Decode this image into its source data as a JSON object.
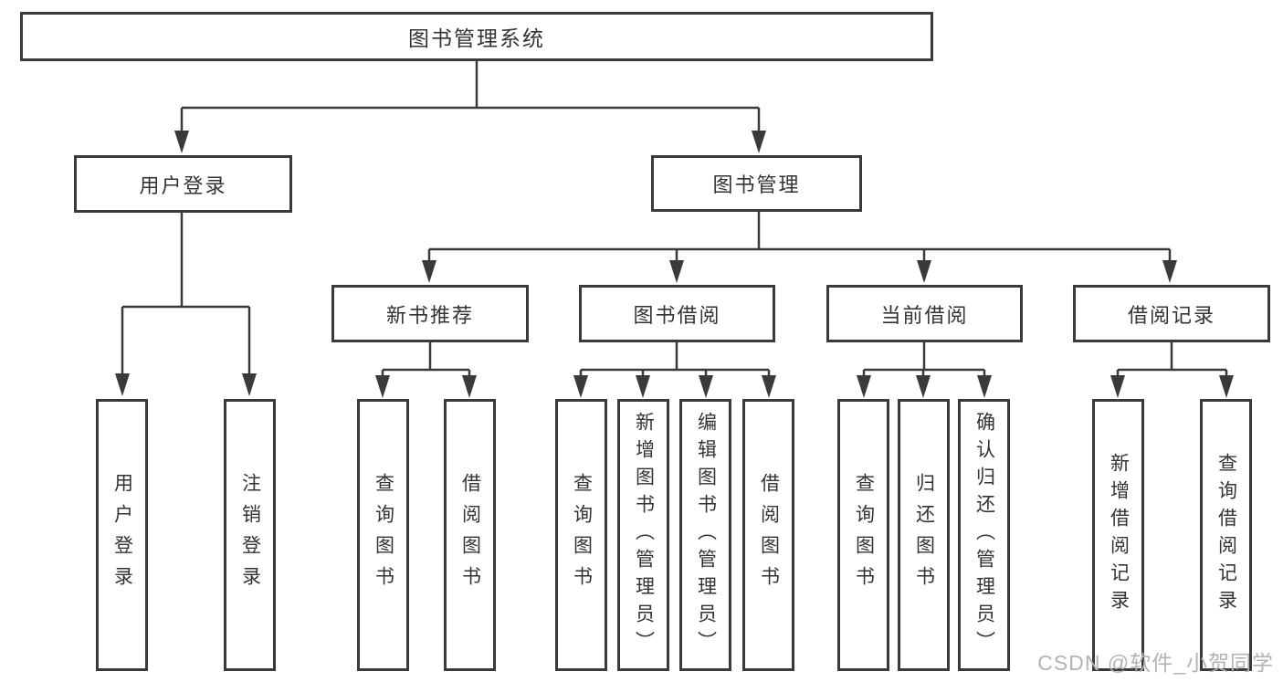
{
  "diagram": {
    "root": {
      "id": "library-management-system",
      "label": "图书管理系统"
    },
    "level2": [
      {
        "id": "user-login",
        "label": "用户登录",
        "parent": "图书管理系统"
      },
      {
        "id": "book-management",
        "label": "图书管理",
        "parent": "图书管理系统"
      }
    ],
    "level3": [
      {
        "id": "new-book-recommend",
        "label": "新书推荐",
        "parent": "图书管理"
      },
      {
        "id": "book-borrowing",
        "label": "图书借阅",
        "parent": "图书管理"
      },
      {
        "id": "current-borrowing",
        "label": "当前借阅",
        "parent": "图书管理"
      },
      {
        "id": "borrowing-records",
        "label": "借阅记录",
        "parent": "图书管理"
      }
    ],
    "leaves": [
      {
        "id": "user-login-action",
        "label": "用户登录",
        "parent": "用户登录"
      },
      {
        "id": "logout-action",
        "label": "注销登录",
        "parent": "用户登录"
      },
      {
        "id": "query-books-recommend",
        "label": "查询图书",
        "parent": "新书推荐"
      },
      {
        "id": "borrow-books-recommend",
        "label": "借阅图书",
        "parent": "新书推荐"
      },
      {
        "id": "query-books-borrowing",
        "label": "查询图书",
        "parent": "图书借阅"
      },
      {
        "id": "add-books-admin",
        "label": "新增图书（管理员）",
        "parent": "图书借阅"
      },
      {
        "id": "edit-books-admin",
        "label": "编辑图书（管理员）",
        "parent": "图书借阅"
      },
      {
        "id": "borrow-books-borrowing",
        "label": "借阅图书",
        "parent": "图书借阅"
      },
      {
        "id": "query-books-current",
        "label": "查询图书",
        "parent": "当前借阅"
      },
      {
        "id": "return-books",
        "label": "归还图书",
        "parent": "当前借阅"
      },
      {
        "id": "confirm-return-admin",
        "label": "确认归还（管理员）",
        "parent": "当前借阅"
      },
      {
        "id": "add-borrow-record",
        "label": "新增借阅记录",
        "parent": "借阅记录"
      },
      {
        "id": "query-borrow-record",
        "label": "查询借阅记录",
        "parent": "借阅记录"
      }
    ]
  },
  "watermark": {
    "text": "CSDN @软件_小贺同学"
  },
  "colors": {
    "line": "#3a3a3a",
    "text": "#333333",
    "background": "#ffffff",
    "watermark": "#b3b3b3"
  }
}
